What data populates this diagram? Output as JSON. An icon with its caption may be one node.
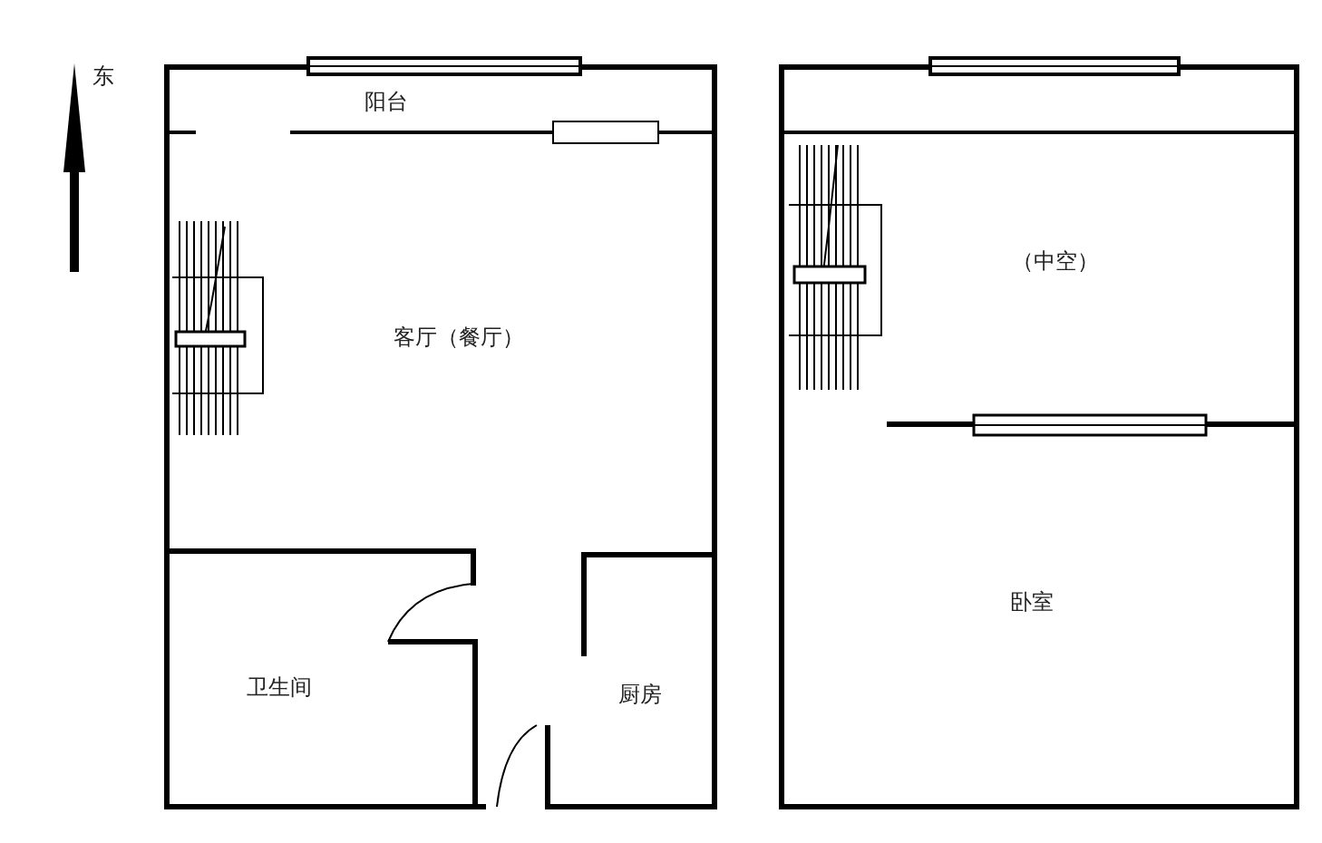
{
  "diagram": {
    "labels": [
      "东",
      "阳台",
      "客厅（餐厅）",
      "卫生间",
      "厨房",
      "（中空）",
      "卧室"
    ]
  }
}
